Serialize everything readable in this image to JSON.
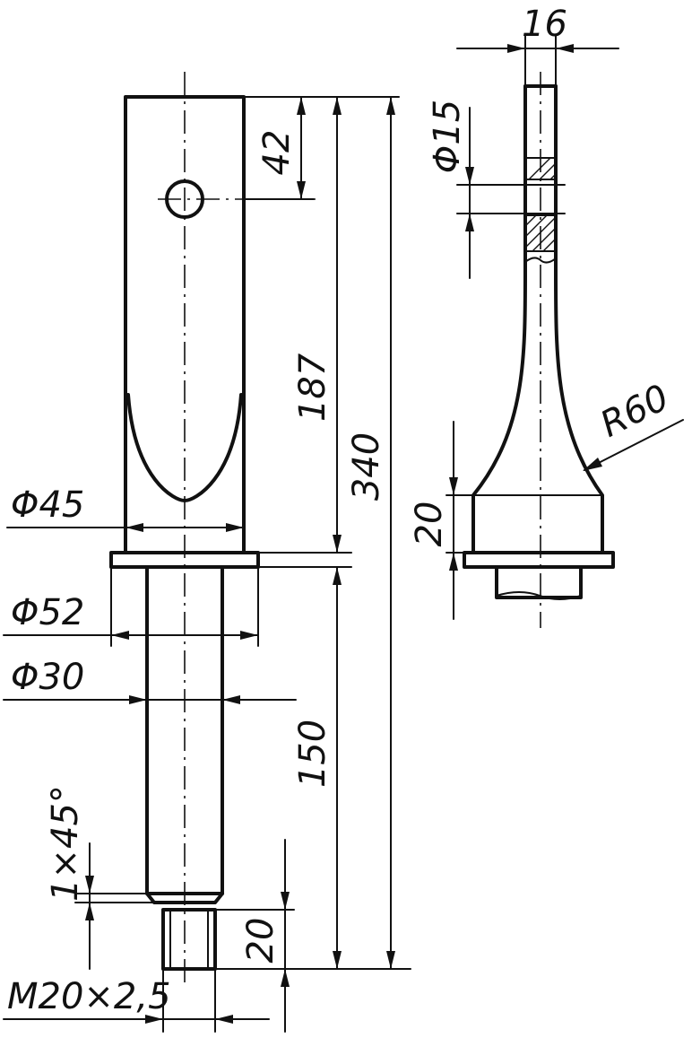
{
  "drawing": {
    "dimensions": {
      "dia_45": "Φ45",
      "dia_52": "Φ52",
      "dia_30": "Φ30",
      "len_42": "42",
      "len_187": "187",
      "len_340": "340",
      "len_150": "150",
      "len_20_thread": "20",
      "chamfer": "1×45°",
      "thread": "M20×2,5",
      "width_16": "16",
      "dia_15": "Φ15",
      "radius": "R60",
      "len_20_side": "20"
    }
  }
}
